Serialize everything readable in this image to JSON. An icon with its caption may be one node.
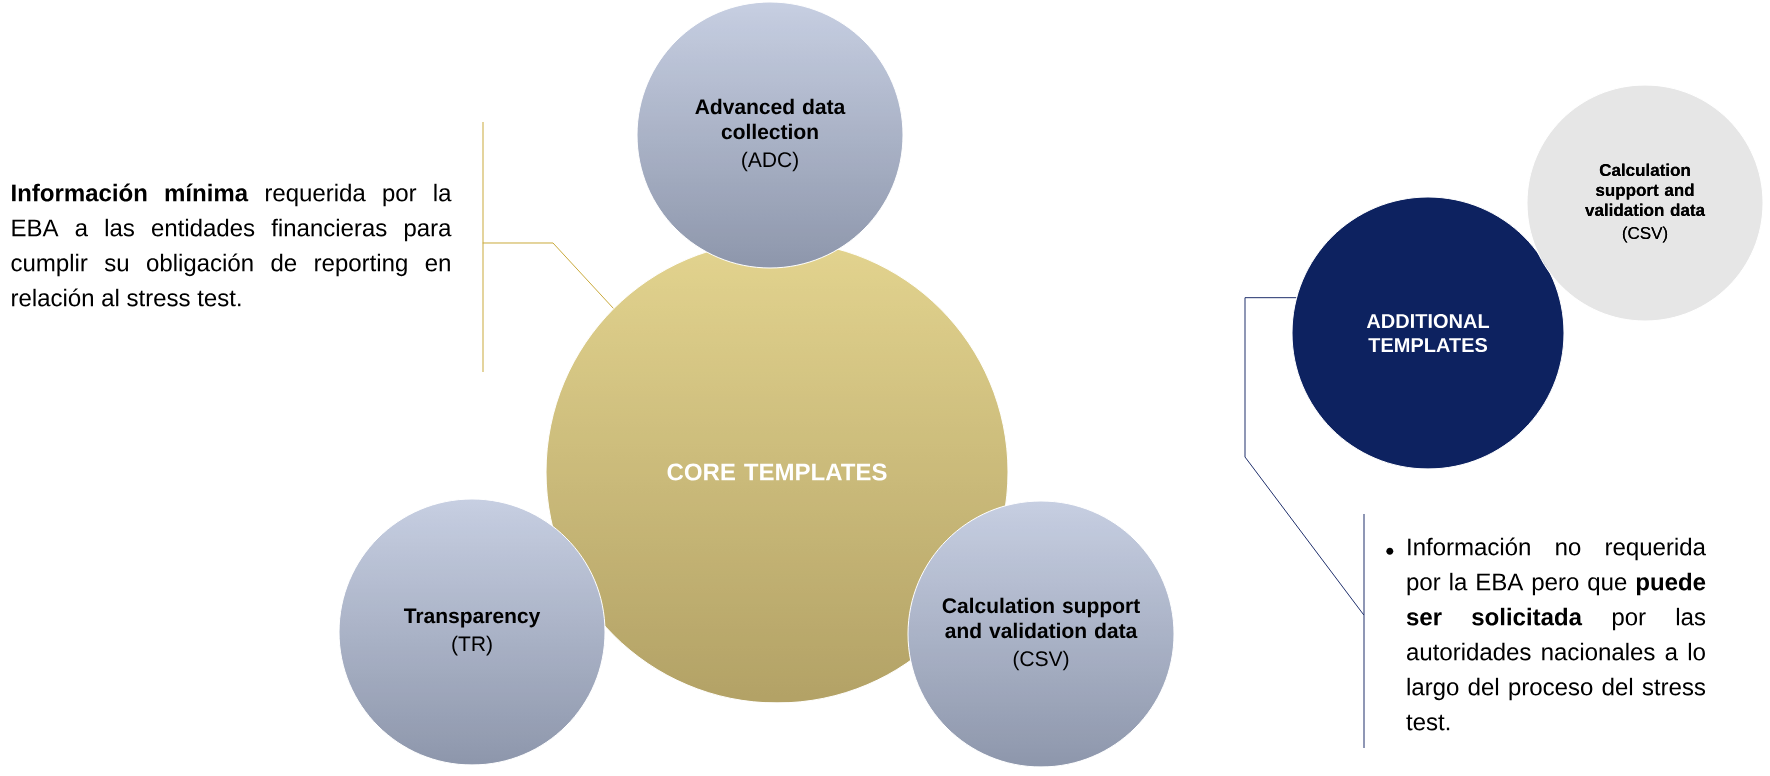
{
  "diagram": {
    "nodes": [
      {
        "text": [
          "CORE TEMPLATES"
        ]
      },
      {
        "text": [
          "Advanced data collection",
          "(ADC)"
        ]
      },
      {
        "text": [
          "Transparency",
          "(TR)"
        ]
      },
      {
        "text": [
          "Calculation support and validation data",
          "(CSV)"
        ]
      },
      {
        "text": [
          "**Información mínima** requerida por la EBA a las entidades financieras para cumplir su obligación de reporting en relación al stress test."
        ]
      },
      {
        "text": [
          "ADDITIONAL TEMPLATES"
        ]
      },
      {
        "text": [
          "Calculation support and validation data",
          "(CSV)"
        ]
      },
      {
        "text": [
          "Información no requerida por la EBA pero que **puede ser solicitada** por las autoridades nacionales a lo largo del proceso del stress test."
        ]
      }
    ],
    "edges": [
      {
        "from": 4,
        "to": 0,
        "arrow": "none",
        "color": "#c9a93a"
      },
      {
        "from": 7,
        "to": 5,
        "arrow": "none",
        "color": "#1f2f6b"
      }
    ]
  }
}
